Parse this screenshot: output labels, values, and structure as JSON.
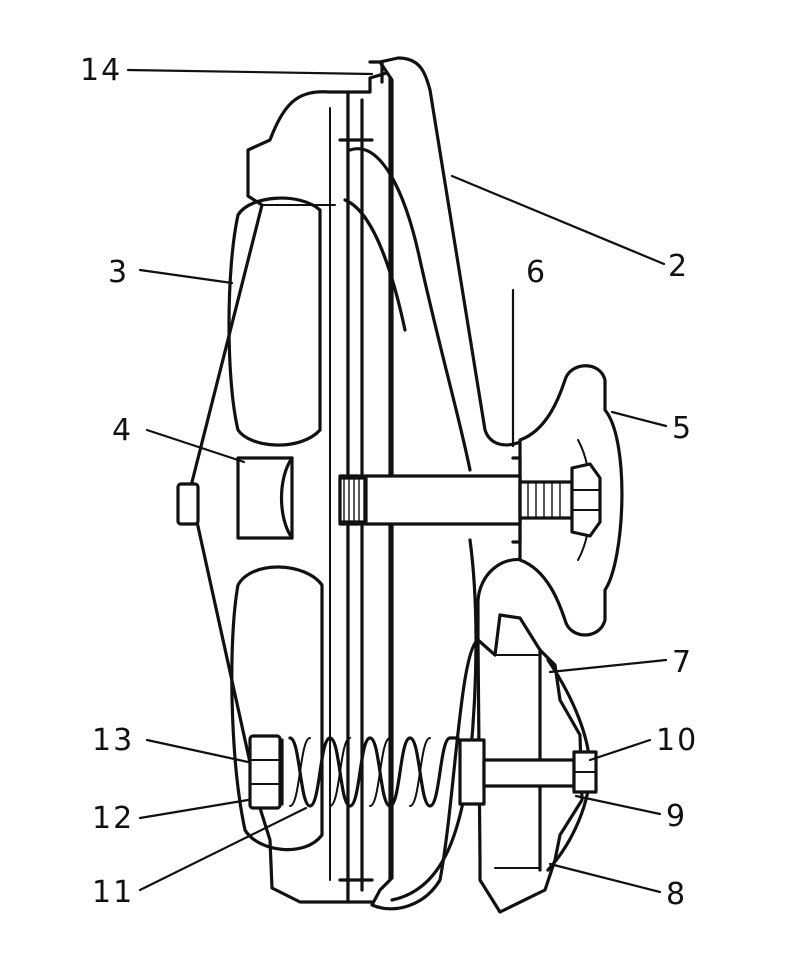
{
  "diagram": {
    "callouts": [
      {
        "id": "c14",
        "label": "14"
      },
      {
        "id": "c2",
        "label": "2"
      },
      {
        "id": "c3",
        "label": "3"
      },
      {
        "id": "c6",
        "label": "6"
      },
      {
        "id": "c4",
        "label": "4"
      },
      {
        "id": "c5",
        "label": "5"
      },
      {
        "id": "c7",
        "label": "7"
      },
      {
        "id": "c13",
        "label": "13"
      },
      {
        "id": "c10",
        "label": "10"
      },
      {
        "id": "c12",
        "label": "12"
      },
      {
        "id": "c9",
        "label": "9"
      },
      {
        "id": "c11",
        "label": "11"
      },
      {
        "id": "c8",
        "label": "8"
      }
    ]
  }
}
